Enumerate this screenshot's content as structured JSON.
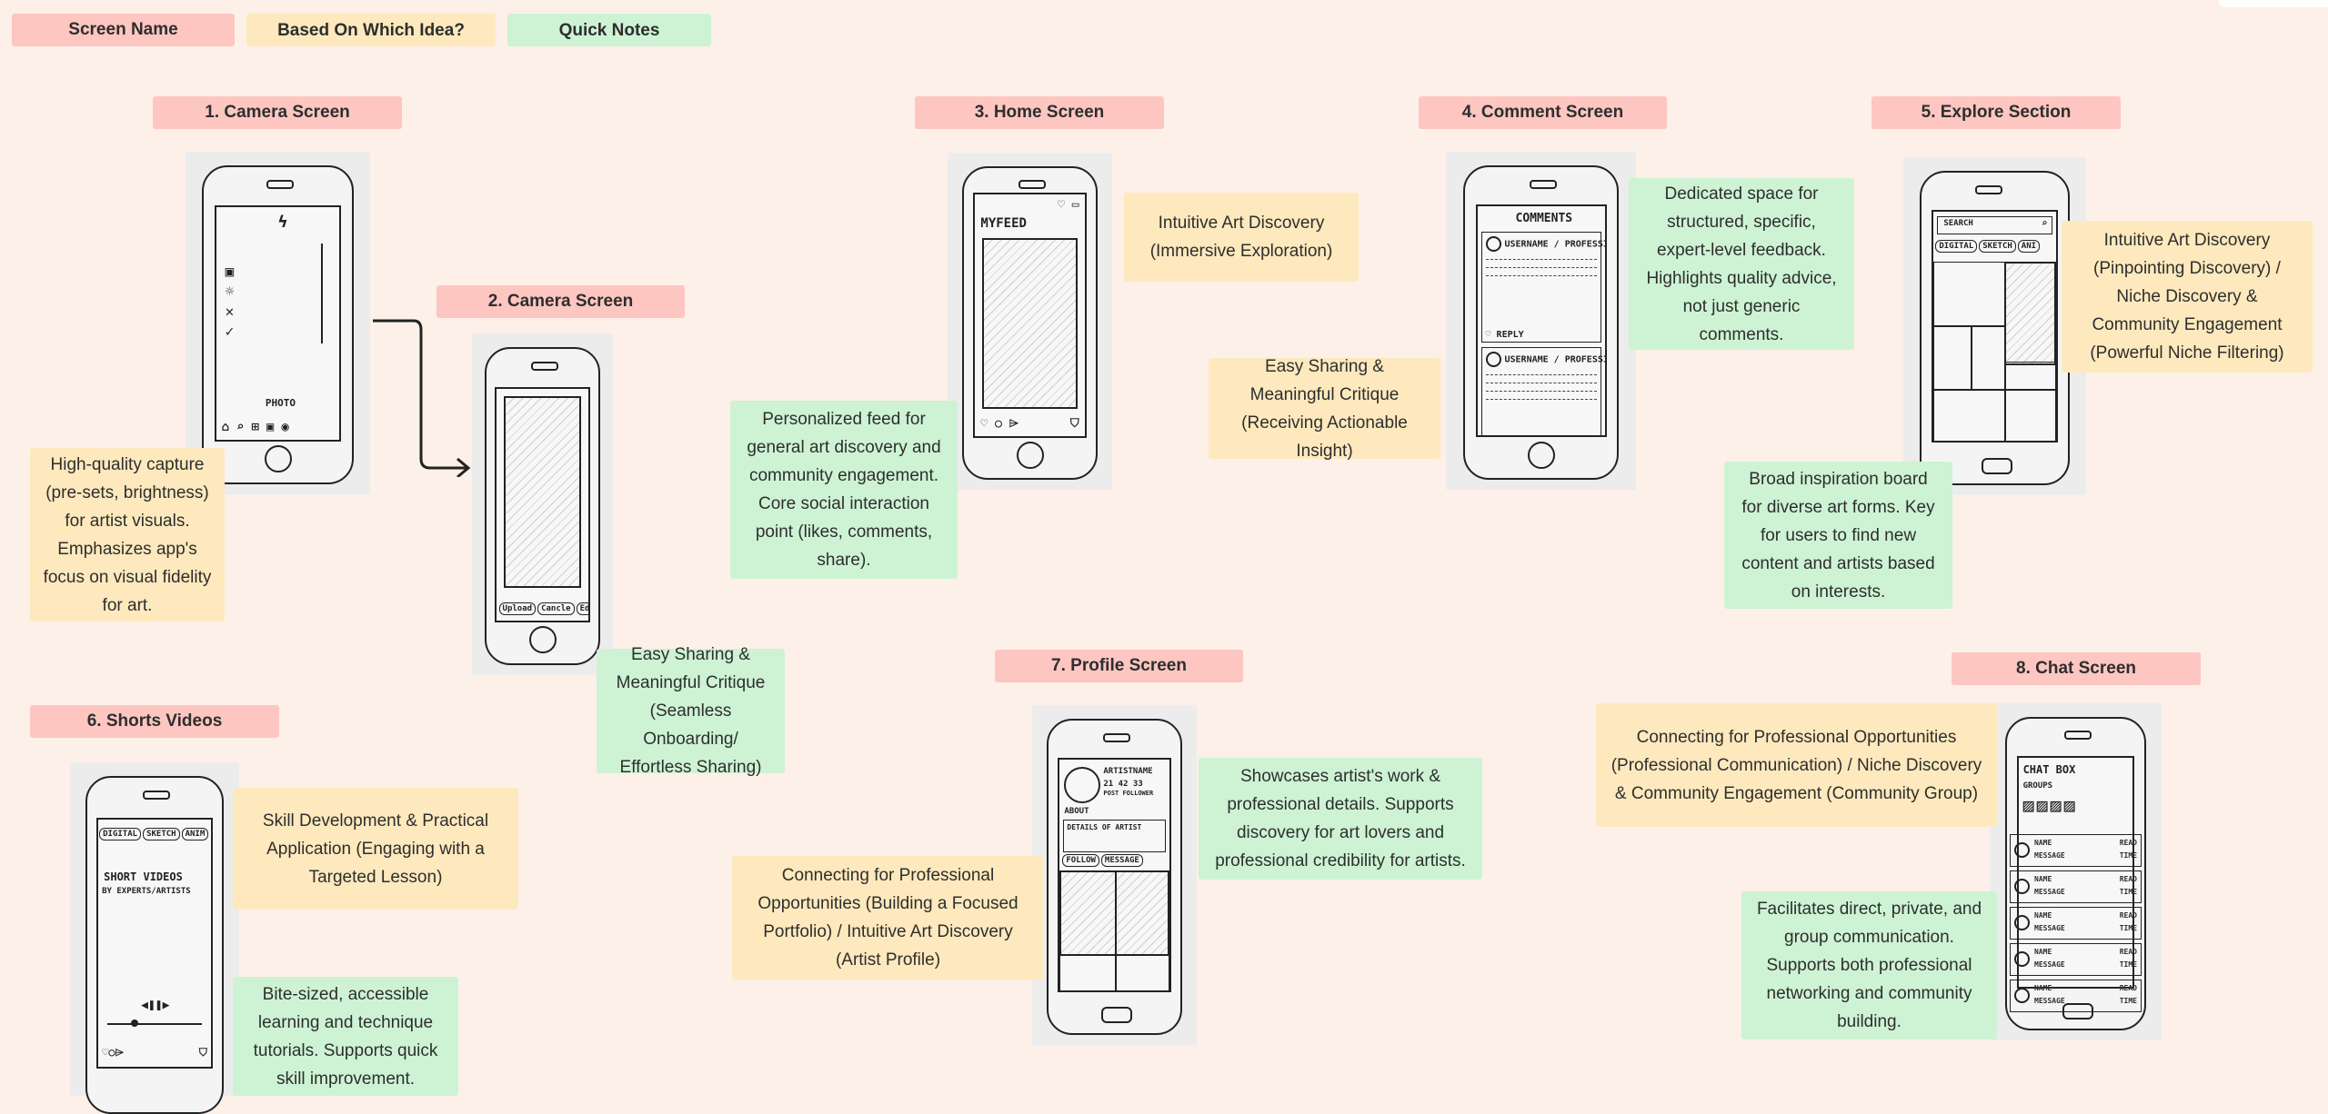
{
  "legend": {
    "screen_name": "Screen Name",
    "idea": "Based On Which Idea?",
    "notes": "Quick Notes"
  },
  "colors": {
    "background": "#fdf0e8",
    "screen_name": "#fdc6c1",
    "idea": "#fde9bd",
    "notes": "#cdf3d4"
  },
  "screens": [
    {
      "title": "1. Camera Screen",
      "note": "High-quality capture (pre-sets, brightness) for artist visuals. Emphasizes app's focus on visual fidelity for art.",
      "sketch": {
        "mode": "PHOTO"
      }
    },
    {
      "title": "2. Camera Screen",
      "note": "Easy Sharing & Meaningful Critique (Seamless Onboarding/ Effortless Sharing)",
      "sketch": {
        "buttons": [
          "Upload",
          "Cancle",
          "Edit"
        ]
      }
    },
    {
      "title": "3. Home Screen",
      "idea": "Intuitive Art Discovery (Immersive Exploration)",
      "note": "Personalized feed for general art discovery and community engagement. Core social interaction point (likes, comments, share).",
      "sketch": {
        "header": "MYFEED"
      }
    },
    {
      "title": "4. Comment Screen",
      "idea": "Easy Sharing & Meaningful Critique (Receiving Actionable Insight)",
      "note": "Dedicated space for structured, specific, expert-level feedback. Highlights quality advice, not just generic comments.",
      "sketch": {
        "header": "COMMENTS",
        "user": "USERNAME / PROFESSION",
        "reply": "REPLY"
      }
    },
    {
      "title": "5. Explore Section",
      "idea": "Intuitive Art Discovery (Pinpointing Discovery) / Niche Discovery & Community Engagement (Powerful Niche Filtering)",
      "note": "Broad inspiration board for diverse art forms. Key for users to find new content and artists based on interests.",
      "sketch": {
        "search": "SEARCH",
        "tabs": [
          "DIGITAL",
          "SKETCH",
          "ANI"
        ]
      }
    },
    {
      "title": "6. Shorts Videos",
      "idea": "Skill Development & Practical Application (Engaging with a Targeted Lesson)",
      "note": "Bite-sized, accessible learning and technique tutorials. Supports quick skill improvement.",
      "sketch": {
        "tabs": [
          "DIGITAL",
          "SKETCH",
          "ANIM"
        ],
        "line1": "SHORT VIDEOS",
        "line2": "BY EXPERTS/ARTISTS"
      }
    },
    {
      "title": "7. Profile Screen",
      "idea": "Connecting for Professional Opportunities (Building a Focused Portfolio) / Intuitive Art Discovery (Artist Profile)",
      "note": "Showcases artist's work & professional details. Supports discovery for art lovers and professional credibility for artists.",
      "sketch": {
        "name": "ARTISTNAME",
        "stats": "21 42 33",
        "stat_labels": "POST FOLLOWER",
        "about": "ABOUT",
        "details": "DETAILS OF ARTIST",
        "follow": "FOLLOW",
        "message": "MESSAGE"
      }
    },
    {
      "title": "8. Chat Screen",
      "idea": "Connecting for Professional Opportunities (Professional Communication) / Niche Discovery & Community Engagement (Community Group)",
      "note": "Facilitates direct, private, and group communication. Supports both professional networking and community building.",
      "sketch": {
        "header": "CHAT BOX",
        "groups": "GROUPS",
        "name": "NAME",
        "message": "MESSAGE",
        "read": "READ",
        "time": "TIME"
      }
    }
  ]
}
